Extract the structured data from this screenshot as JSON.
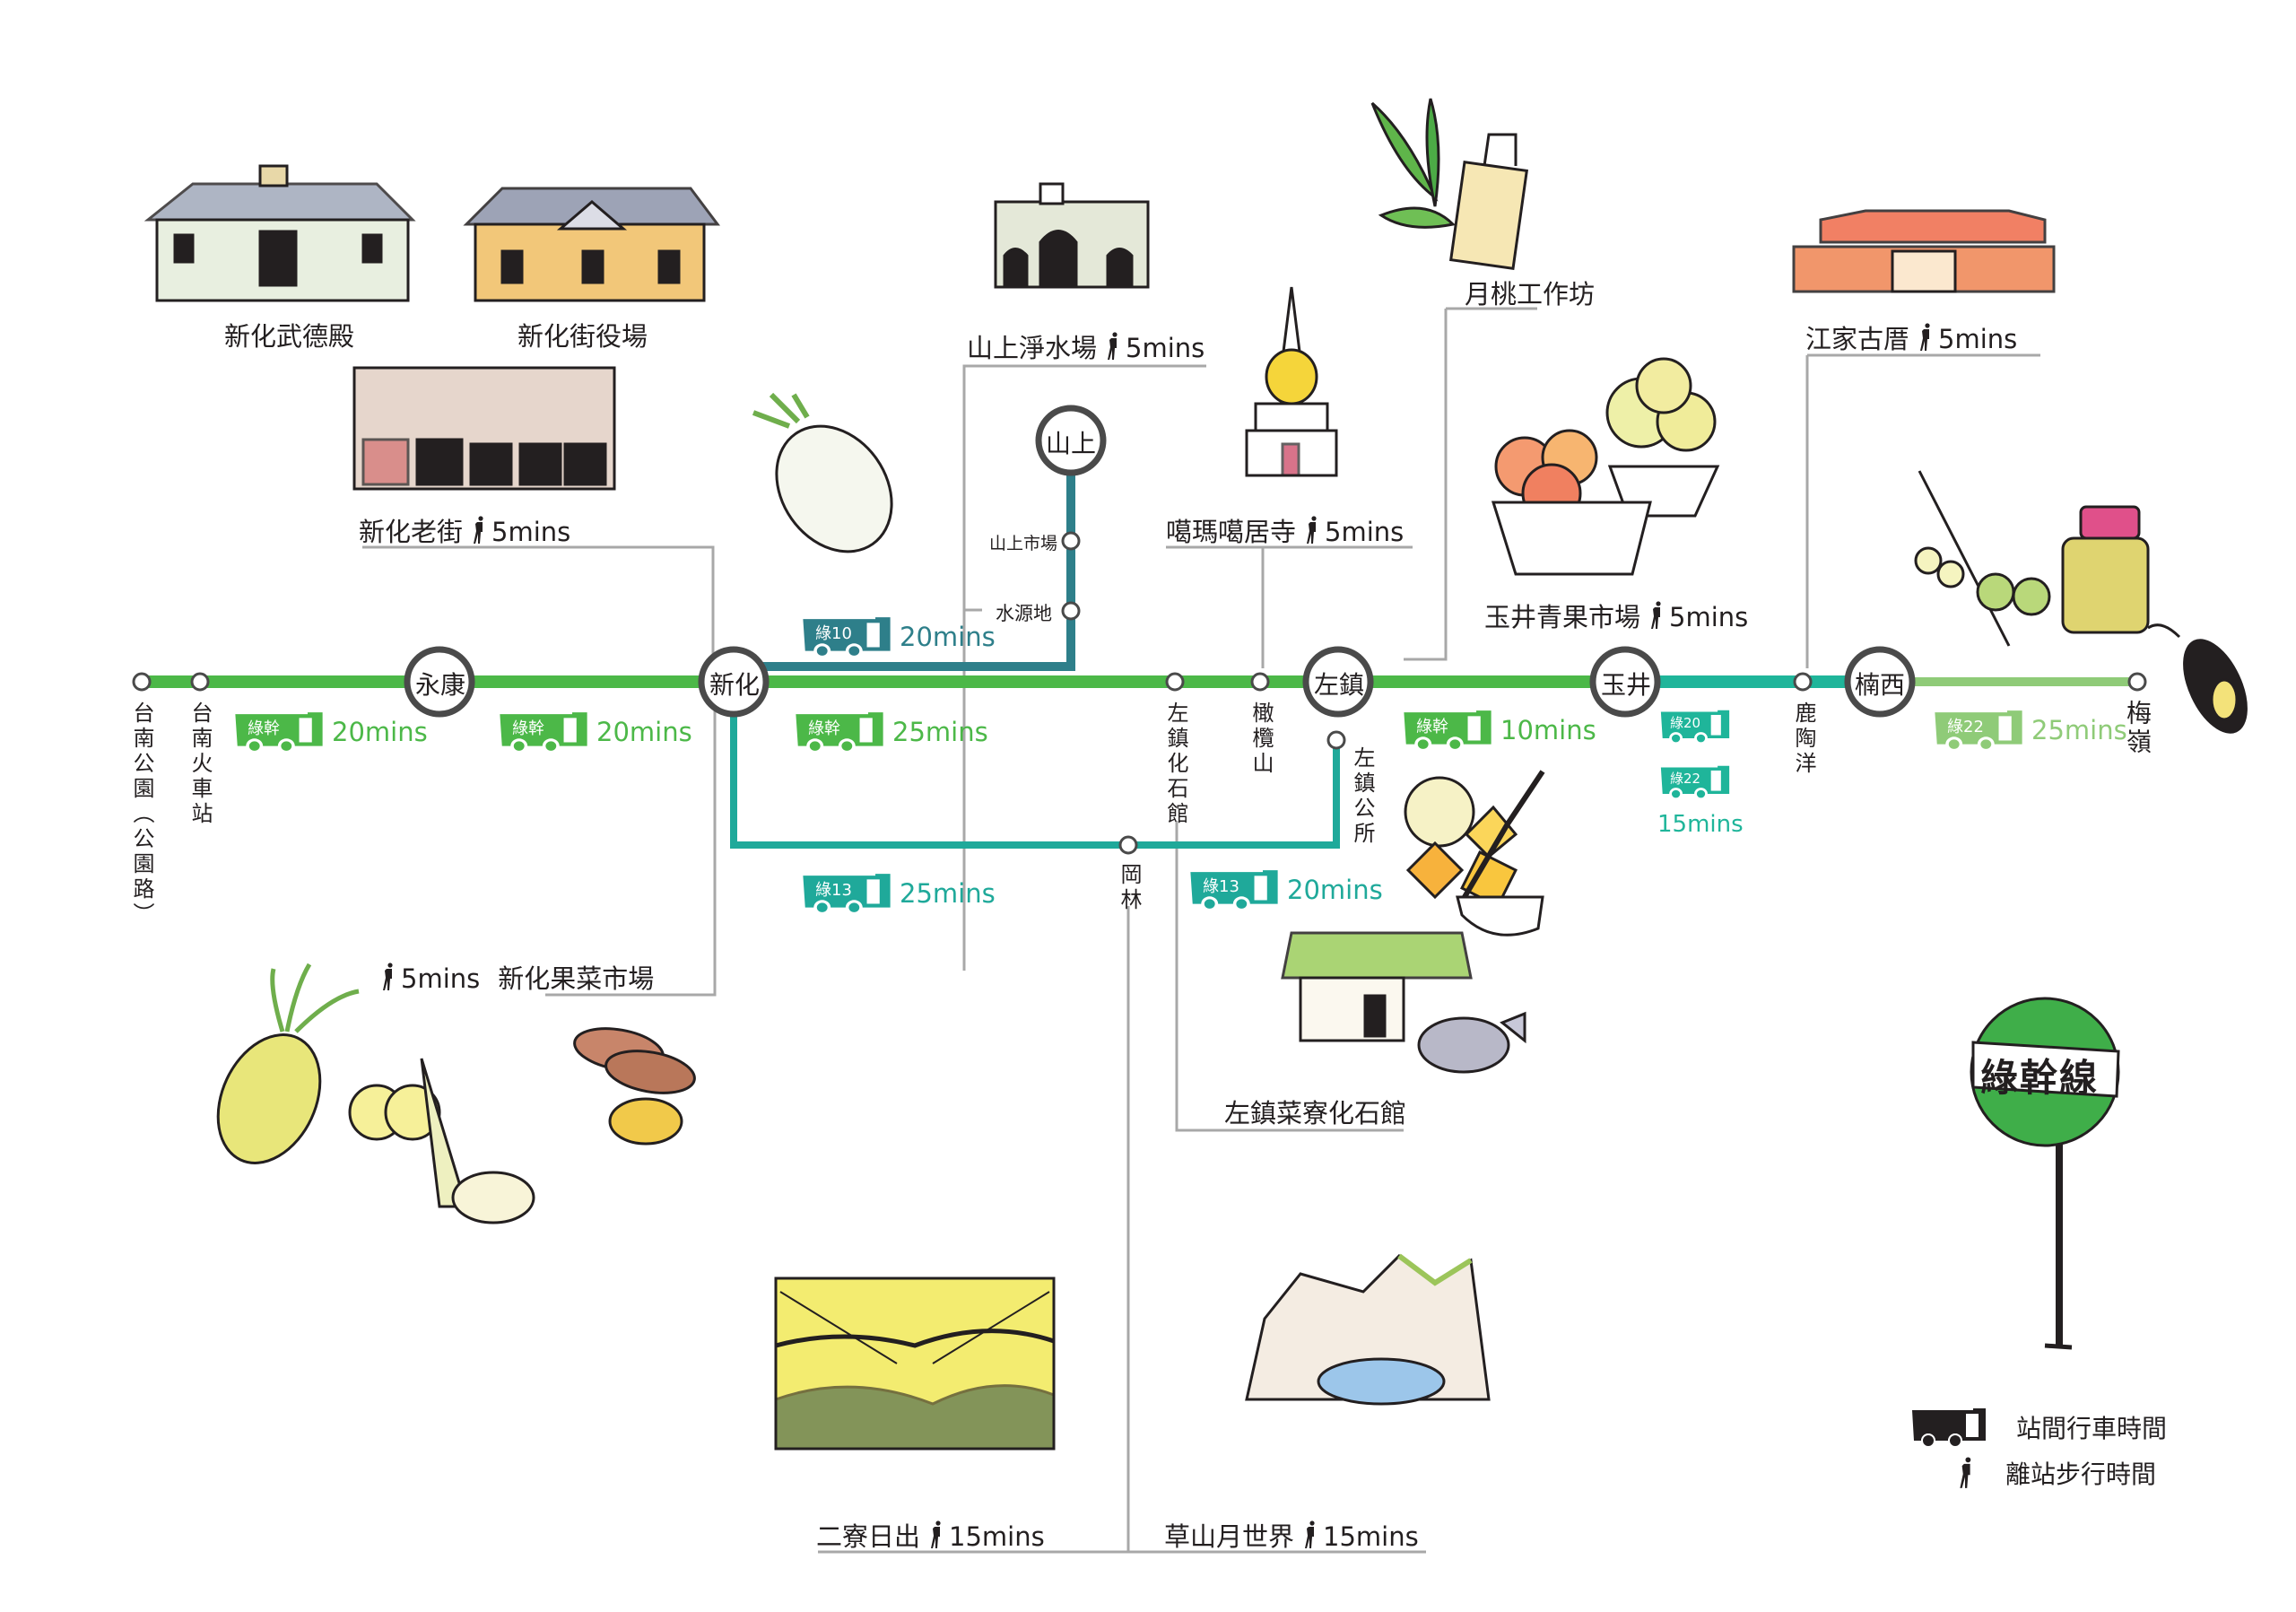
{
  "colors": {
    "trunk": "#4cb848",
    "green10": "#2e7f8a",
    "green13": "#1fa99a",
    "green20": "#1fb59a",
    "green22": "#8fcb78",
    "leader": "#a8a8a8",
    "station_ring": "#4a4a4a",
    "text": "#231f20"
  },
  "legend": {
    "sign_title": "綠幹線",
    "bus_time_label": "站間行車時間",
    "walk_time_label": "離站步行時間",
    "icons": [
      "bus-icon",
      "walker-icon"
    ]
  },
  "stations": {
    "tainan_park": "台南公園（公園路）",
    "tainan_rail": "台南火車站",
    "yongkang": "永康",
    "xinhua": "新化",
    "shanshang": "山上",
    "shanshang_market": "山上市場",
    "shuiyuandi": "水源地",
    "zuozhen_fossil": "左鎮化石館",
    "ganlanshan": "橄欖山",
    "zuozhen": "左鎮",
    "zuozhen_office": "左鎮公所",
    "ganglin": "岡林",
    "yujing": "玉井",
    "lutaoyang": "鹿陶洋",
    "nanxi": "楠西",
    "meiling": "梅嶺"
  },
  "segments": [
    {
      "route": "綠幹",
      "time": "20mins",
      "color_key": "trunk"
    },
    {
      "route": "綠幹",
      "time": "20mins",
      "color_key": "trunk"
    },
    {
      "route": "綠幹",
      "time": "25mins",
      "color_key": "trunk"
    },
    {
      "route": "綠10",
      "time": "20mins",
      "color_key": "green10"
    },
    {
      "route": "綠13",
      "time": "25mins",
      "color_key": "green13"
    },
    {
      "route": "綠13",
      "time": "20mins",
      "color_key": "green13"
    },
    {
      "route": "綠幹",
      "time": "10mins",
      "color_key": "trunk"
    },
    {
      "route": "綠20",
      "time": "",
      "color_key": "green20"
    },
    {
      "route": "綠22",
      "time": "15mins",
      "color_key": "green20"
    },
    {
      "route": "綠22",
      "time": "25mins",
      "color_key": "green22"
    }
  ],
  "attractions": [
    {
      "name": "新化武德殿",
      "walk": ""
    },
    {
      "name": "新化街役場",
      "walk": ""
    },
    {
      "name": "新化老街",
      "walk": "5mins"
    },
    {
      "name": "山上淨水場",
      "walk": "5mins"
    },
    {
      "name": "噶瑪噶居寺",
      "walk": "5mins"
    },
    {
      "name": "月桃工作坊",
      "walk": ""
    },
    {
      "name": "玉井青果市場",
      "walk": "5mins"
    },
    {
      "name": "江家古厝",
      "walk": "5mins"
    },
    {
      "name": "新化果菜市場",
      "walk": "5mins"
    },
    {
      "name": "左鎮菜寮化石館",
      "walk": ""
    },
    {
      "name": "二寮日出",
      "walk": "15mins"
    },
    {
      "name": "草山月世界",
      "walk": "15mins"
    }
  ]
}
